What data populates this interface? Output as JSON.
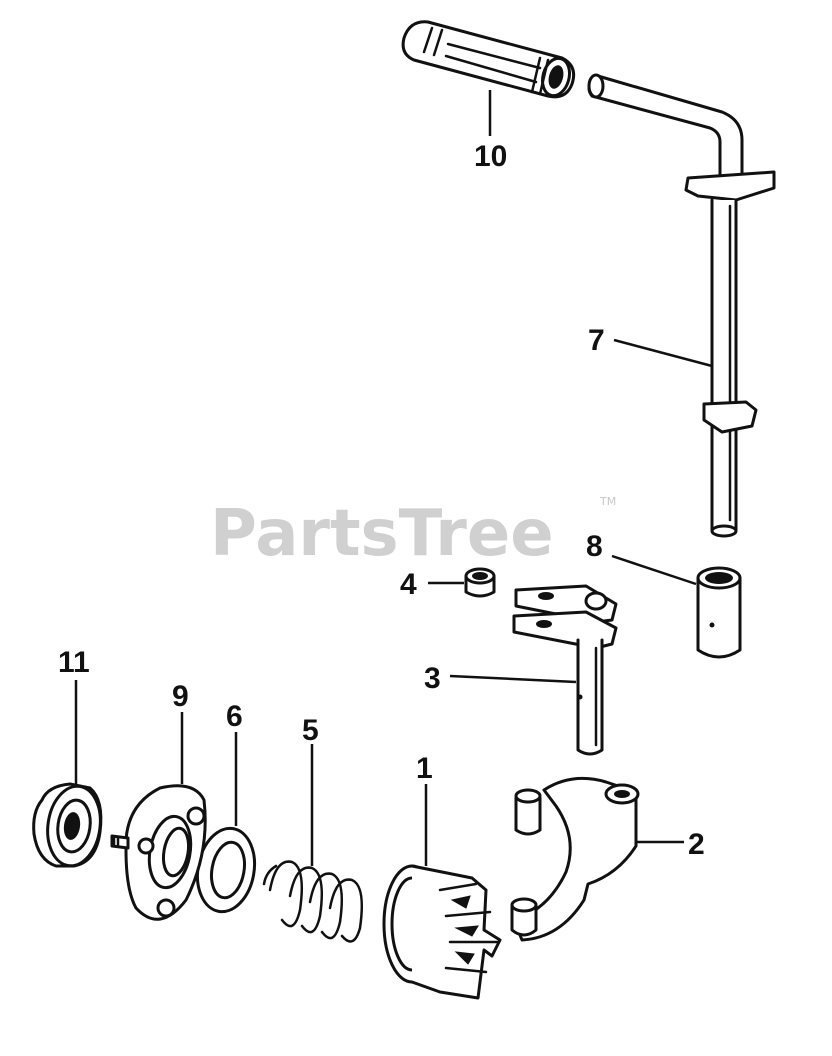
{
  "watermark": {
    "text": "PartsTree",
    "trademark": "TM"
  },
  "callouts": [
    {
      "id": "1",
      "label": "1"
    },
    {
      "id": "2",
      "label": "2"
    },
    {
      "id": "3",
      "label": "3"
    },
    {
      "id": "4",
      "label": "4"
    },
    {
      "id": "5",
      "label": "5"
    },
    {
      "id": "6",
      "label": "6"
    },
    {
      "id": "7",
      "label": "7"
    },
    {
      "id": "8",
      "label": "8"
    },
    {
      "id": "9",
      "label": "9"
    },
    {
      "id": "10",
      "label": "10"
    },
    {
      "id": "11",
      "label": "11"
    }
  ]
}
